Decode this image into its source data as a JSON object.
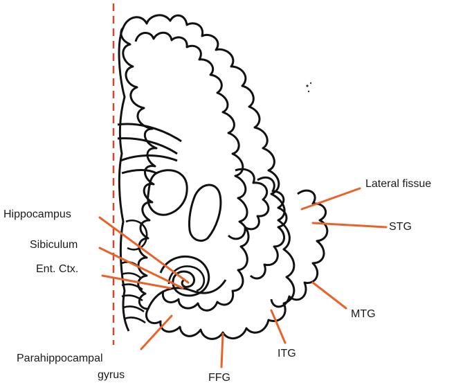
{
  "labels": {
    "lateral_fissure": "Lateral fissue",
    "stg": "STG",
    "mtg": "MTG",
    "itg": "ITG",
    "ffg": "FFG",
    "parahippocampal_line1": "Parahippocampal",
    "parahippocampal_line2": "gyrus",
    "hippocampus": "Hippocampus",
    "subiculum": "Sibiculum",
    "ent_ctx": "Ent. Ctx."
  },
  "colors": {
    "leader_line": "#e8622a",
    "midline": "#d9442b",
    "outline": "#111111"
  }
}
